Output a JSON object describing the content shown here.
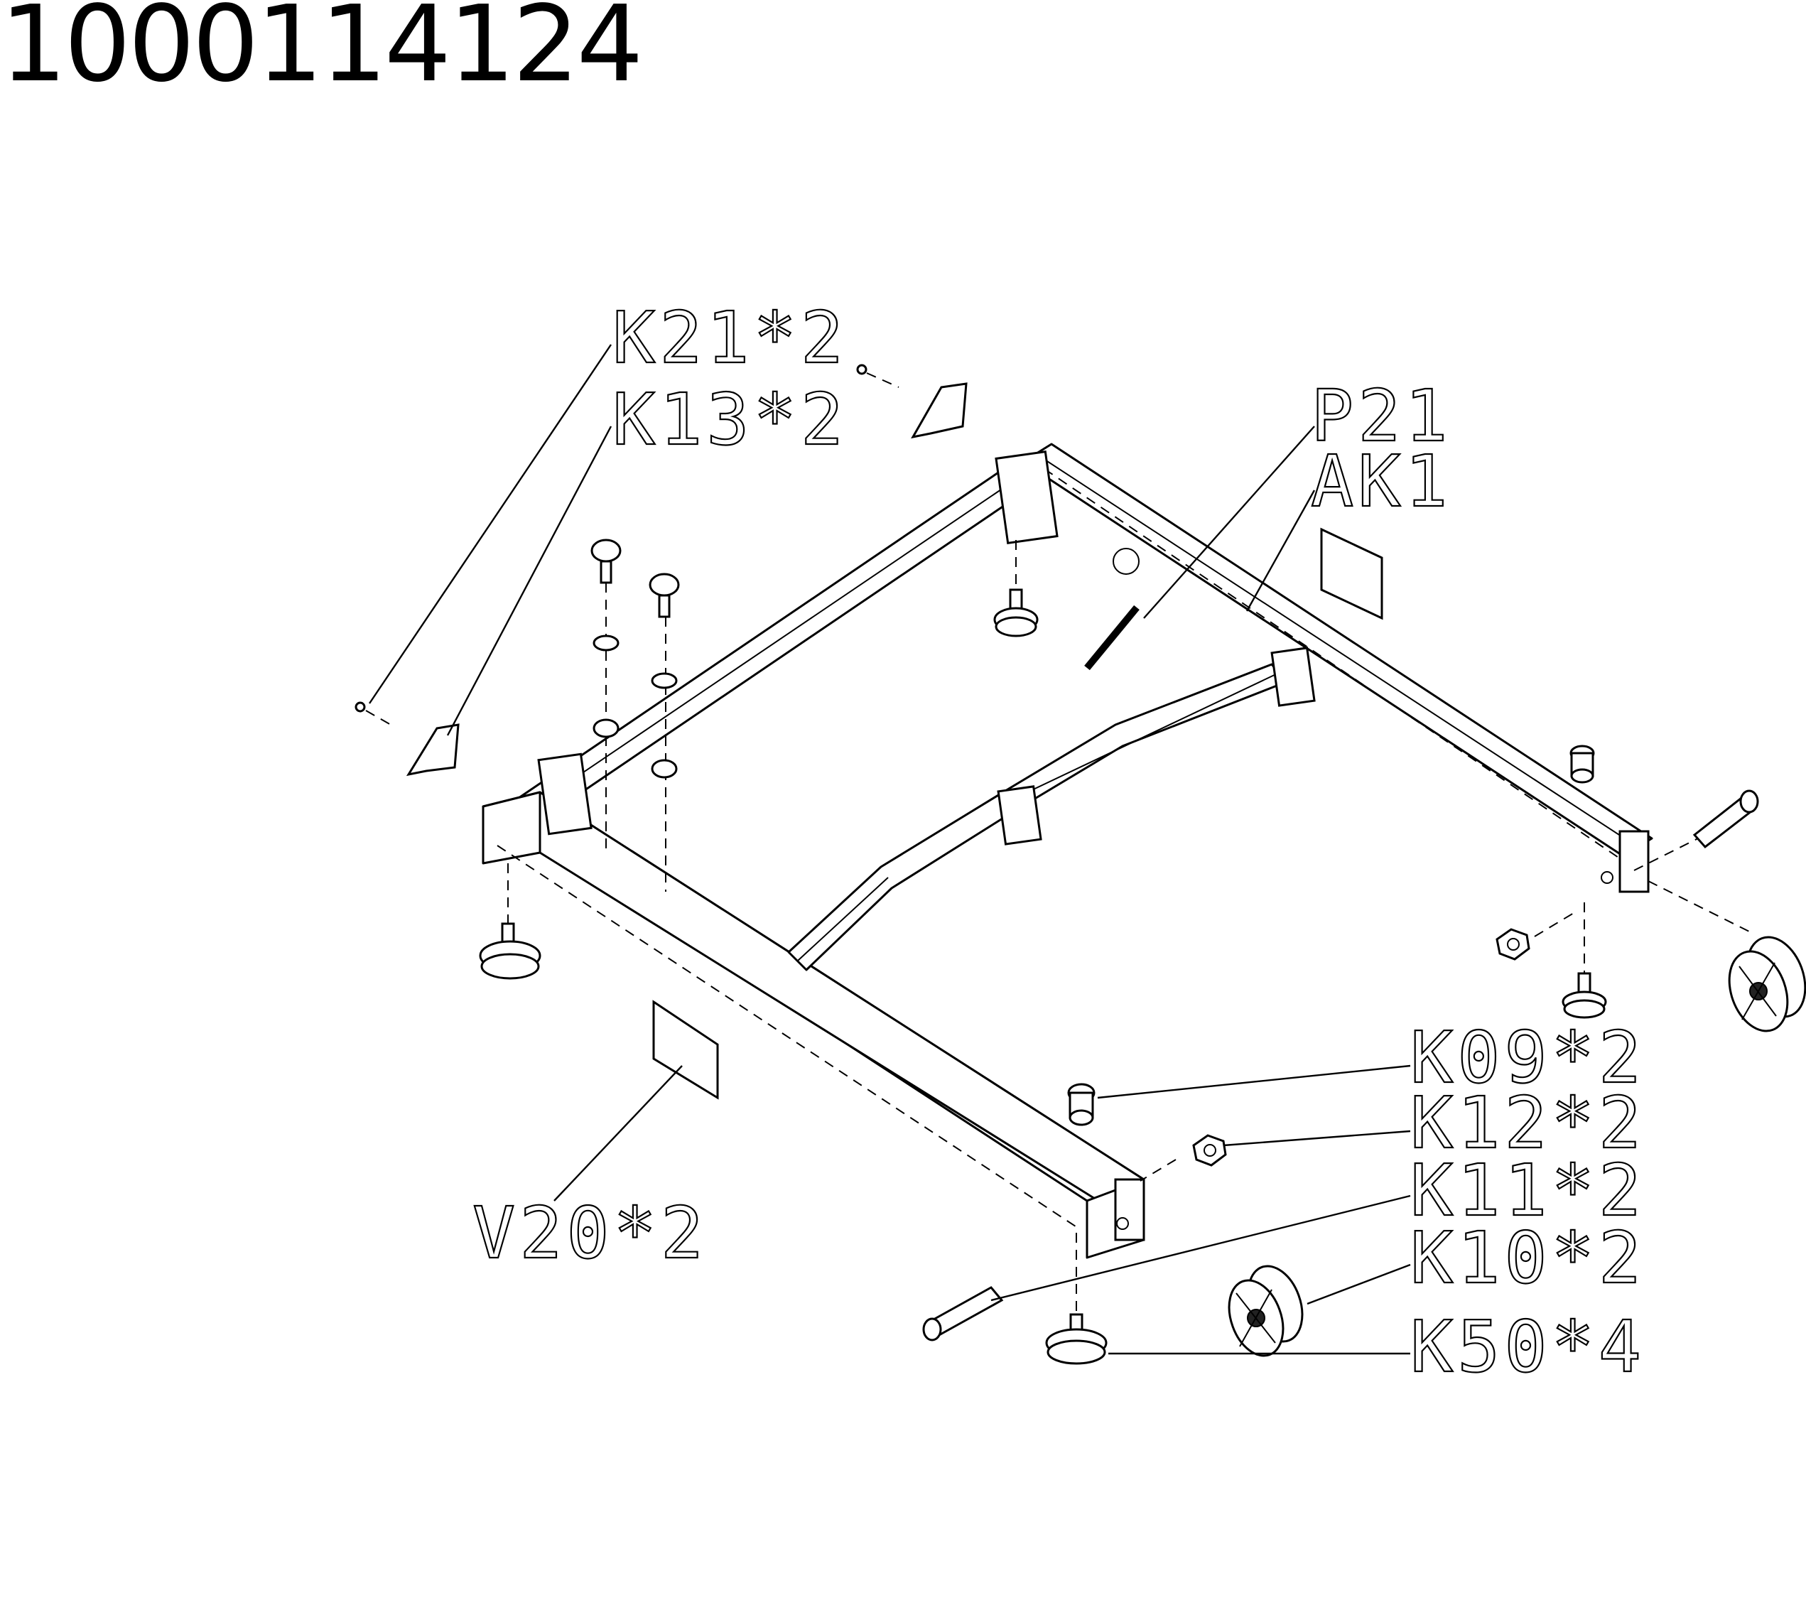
{
  "document": {
    "number": "1000114124"
  },
  "labels": {
    "k21": "K21*2",
    "k13": "K13*2",
    "p21": "P21",
    "ak1": "AK1",
    "k09": "K09*2",
    "k12": "K12*2",
    "k11": "K11*2",
    "k10": "K10*2",
    "k50": "K50*4",
    "v20": "V20*2"
  }
}
